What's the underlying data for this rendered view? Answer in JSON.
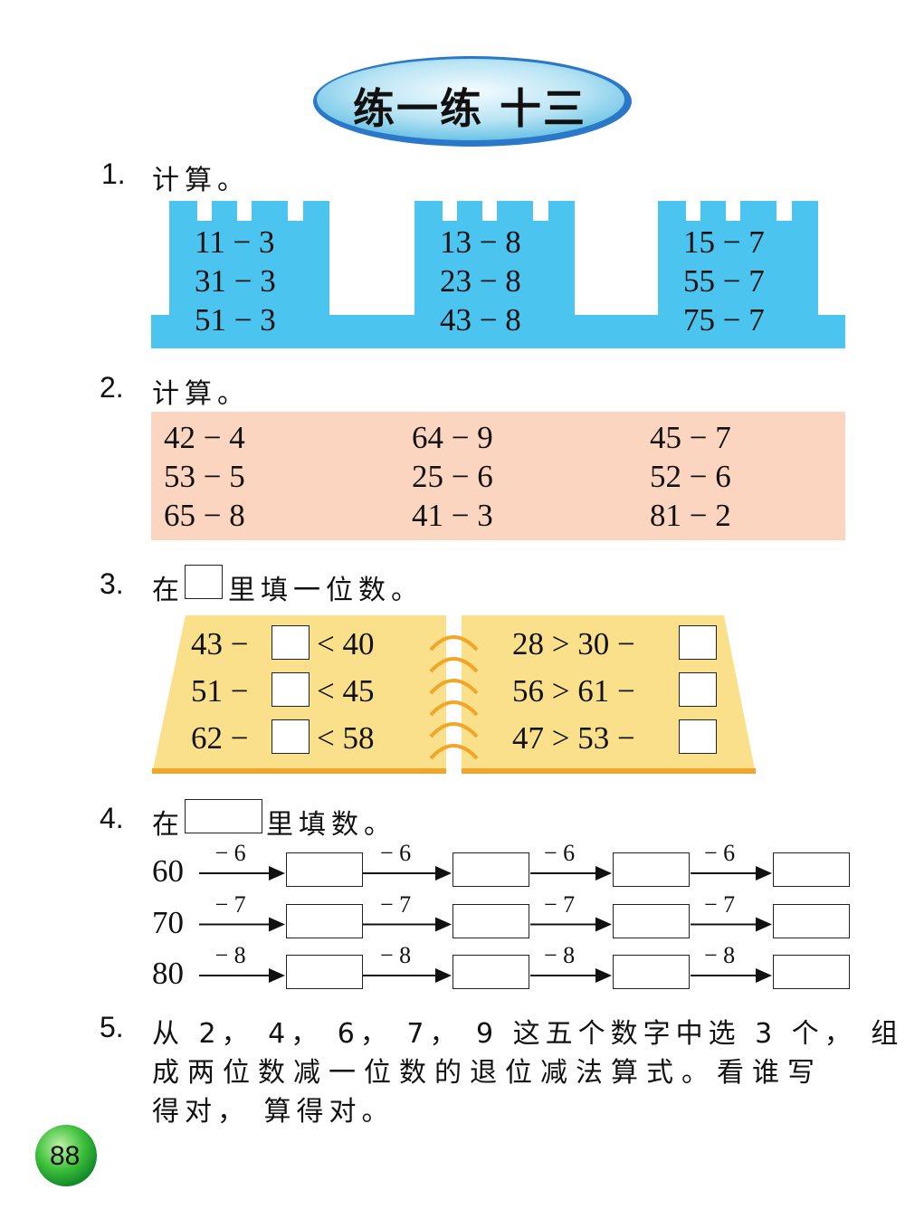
{
  "title": "练一练 十三",
  "q1": {
    "num": "1.",
    "text": "计算。",
    "castles": [
      [
        "11 − 3",
        "31 − 3",
        "51 − 3"
      ],
      [
        "13 − 8",
        "23 − 8",
        "43 − 8"
      ],
      [
        "15 − 7",
        "55 − 7",
        "75 − 7"
      ]
    ]
  },
  "q2": {
    "num": "2.",
    "text": "计算。",
    "columns": [
      [
        "42 − 4",
        "53 − 5",
        "65 − 8"
      ],
      [
        "64 − 9",
        "25 − 6",
        "41 − 3"
      ],
      [
        "45 − 7",
        "52 − 6",
        "81 − 2"
      ]
    ]
  },
  "q3": {
    "num": "3.",
    "text_before": "在",
    "text_after": "里填一位数。",
    "left": [
      {
        "a": "43 −",
        "b": "< 40"
      },
      {
        "a": "51 −",
        "b": "< 45"
      },
      {
        "a": "62 −",
        "b": "< 58"
      }
    ],
    "right": [
      {
        "a": "28 > 30 −"
      },
      {
        "a": "56 > 61 −"
      },
      {
        "a": "47 > 53 −"
      }
    ]
  },
  "q4": {
    "num": "4.",
    "text_before": "在",
    "text_after": "里填数。",
    "rows": [
      {
        "start": "60",
        "step": "− 6"
      },
      {
        "start": "70",
        "step": "− 7"
      },
      {
        "start": "80",
        "step": "− 8"
      }
    ]
  },
  "q5": {
    "num": "5.",
    "lines": [
      "从 2， 4， 6， 7， 9 这五个数字中选 3 个， 组",
      "成两位数减一位数的退位减法算式。看谁写",
      "得对， 算得对。"
    ]
  },
  "page_number": "88",
  "colors": {
    "castle": "#4cc4f0",
    "pink": "#fbd5bf",
    "book": "#fbe08c",
    "book_edge": "#f2a627",
    "green": "#2bb34a"
  }
}
